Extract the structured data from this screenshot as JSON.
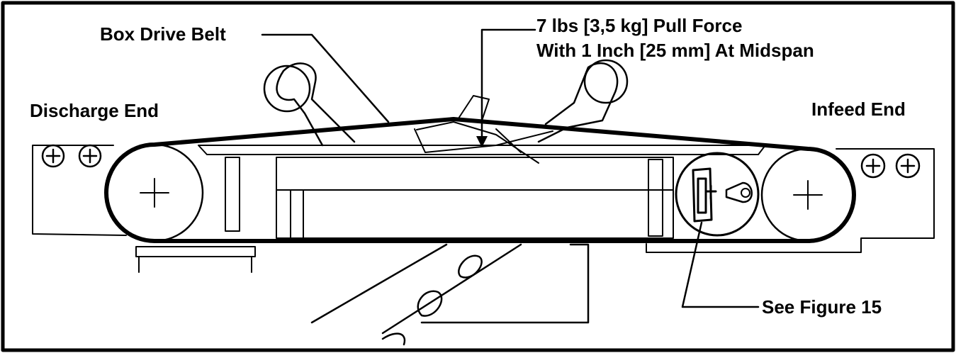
{
  "labels": {
    "box_drive_belt": "Box Drive Belt",
    "pull_force_line1": "7 lbs [3,5 kg] Pull Force",
    "pull_force_line2": "With 1 Inch [25 mm] At Midspan",
    "discharge_end": "Discharge End",
    "infeed_end": "Infeed End",
    "see_figure": "See Figure 15"
  },
  "colors": {
    "ink": "#000000",
    "paper": "#ffffff"
  }
}
